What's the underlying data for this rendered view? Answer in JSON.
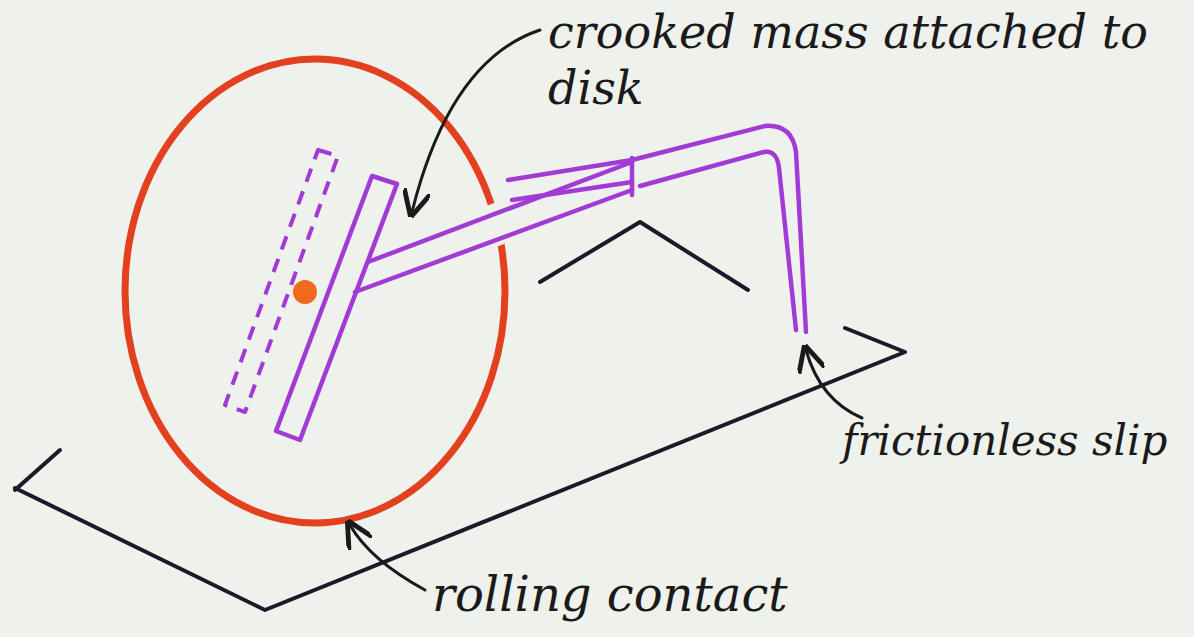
{
  "diagram": {
    "labels": [
      "crooked mass attached to disk",
      "frictionless slip",
      "rolling contact"
    ]
  }
}
